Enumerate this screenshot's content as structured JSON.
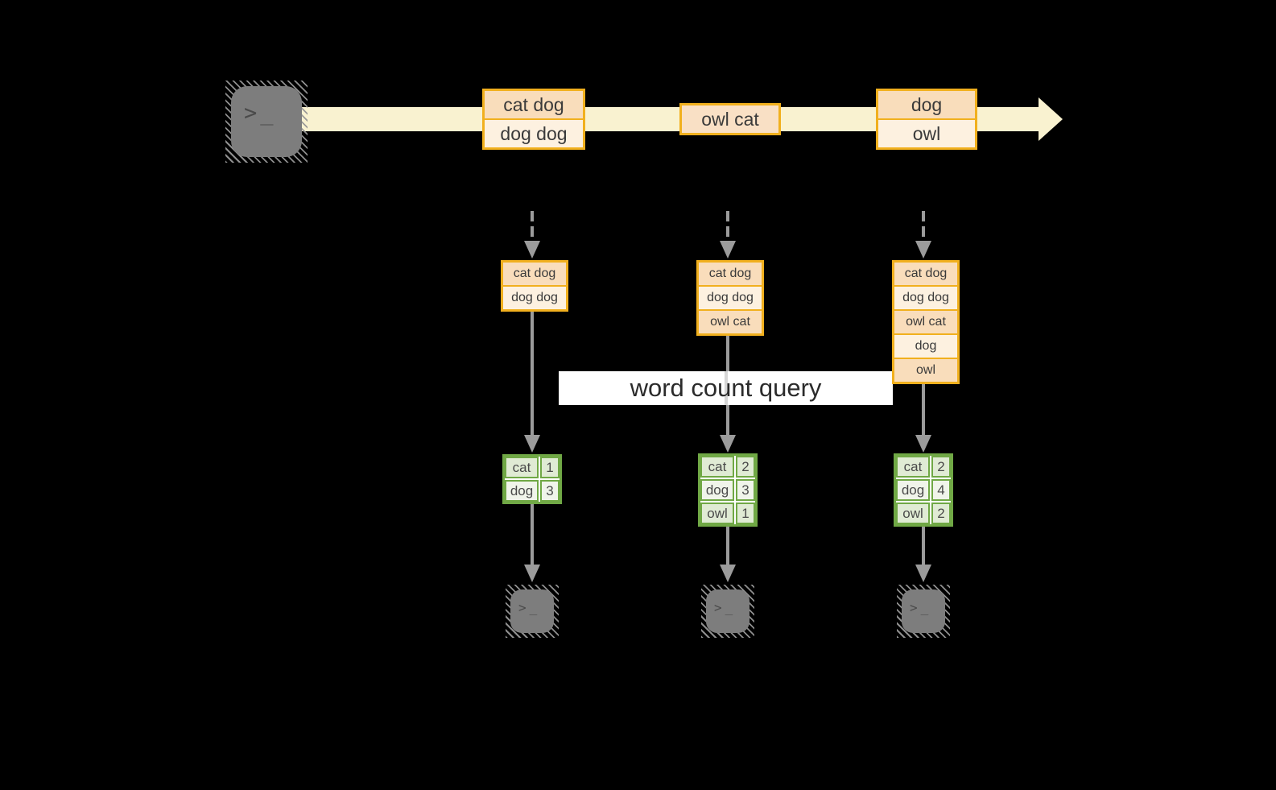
{
  "diagram": {
    "query": {
      "label": "word count query"
    },
    "terminal": {
      "prompt": ">",
      "cursor": "_"
    },
    "stream": {
      "batches": [
        {
          "rows": [
            "cat dog",
            "dog dog"
          ]
        },
        {
          "rows": [
            "owl cat"
          ]
        },
        {
          "rows": [
            "dog",
            "owl"
          ]
        }
      ]
    },
    "accumulated": [
      {
        "rows": [
          "cat dog",
          "dog dog"
        ]
      },
      {
        "rows": [
          "cat dog",
          "dog dog",
          "owl cat"
        ]
      },
      {
        "rows": [
          "cat dog",
          "dog dog",
          "owl cat",
          "dog",
          "owl"
        ]
      }
    ],
    "results": [
      {
        "rows": [
          [
            "cat",
            "1"
          ],
          [
            "dog",
            "3"
          ]
        ]
      },
      {
        "rows": [
          [
            "cat",
            "2"
          ],
          [
            "dog",
            "3"
          ],
          [
            "owl",
            "1"
          ]
        ]
      },
      {
        "rows": [
          [
            "cat",
            "2"
          ],
          [
            "dog",
            "4"
          ],
          [
            "owl",
            "2"
          ]
        ]
      }
    ],
    "colors": {
      "background": "#000000",
      "stream_arrow": "#f9f2d0",
      "box_border": "#f1b01e",
      "box_fill_peach": "#f9ddbb",
      "box_fill_cream": "#fdf1e0",
      "table_border": "#70a845",
      "table_fill_odd": "#e0ebd4",
      "table_fill_even": "#f0f4ea",
      "arrow_gray": "#9b9b9b",
      "terminal_gray": "#7d7d7d"
    }
  }
}
